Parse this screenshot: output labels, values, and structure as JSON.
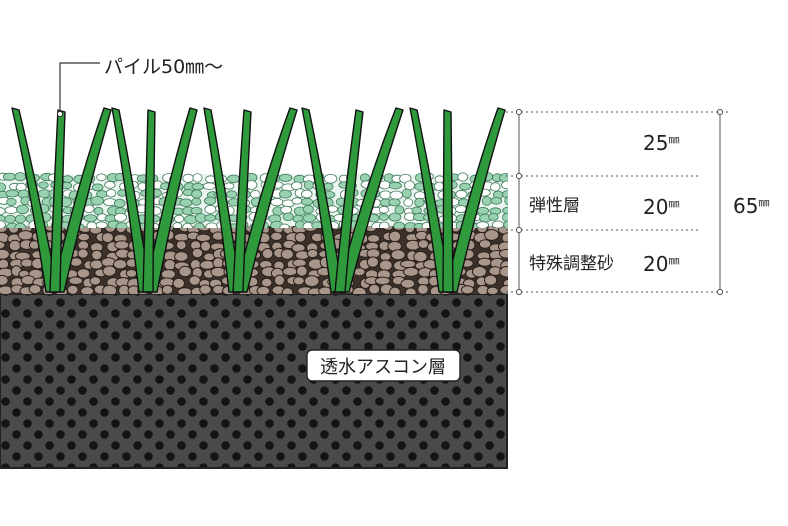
{
  "pile_label": "パイル50㎜〜",
  "base_label": "透水アスコン層",
  "layers": [
    {
      "name": "",
      "value": "25",
      "unit": "㎜"
    },
    {
      "name": "弾性層",
      "value": "20",
      "unit": "㎜"
    },
    {
      "name": "特殊調整砂",
      "value": "20",
      "unit": "㎜"
    }
  ],
  "total": {
    "value": "65",
    "unit": "㎜"
  },
  "colors": {
    "grass": "#2e9a3c",
    "grass_outline": "#111111",
    "elastic_chip": "#98d2b0",
    "sand_pebble": "#a8968a",
    "base": "#4a4a4a",
    "base_dots": "#111111",
    "dim_line": "#555555"
  }
}
